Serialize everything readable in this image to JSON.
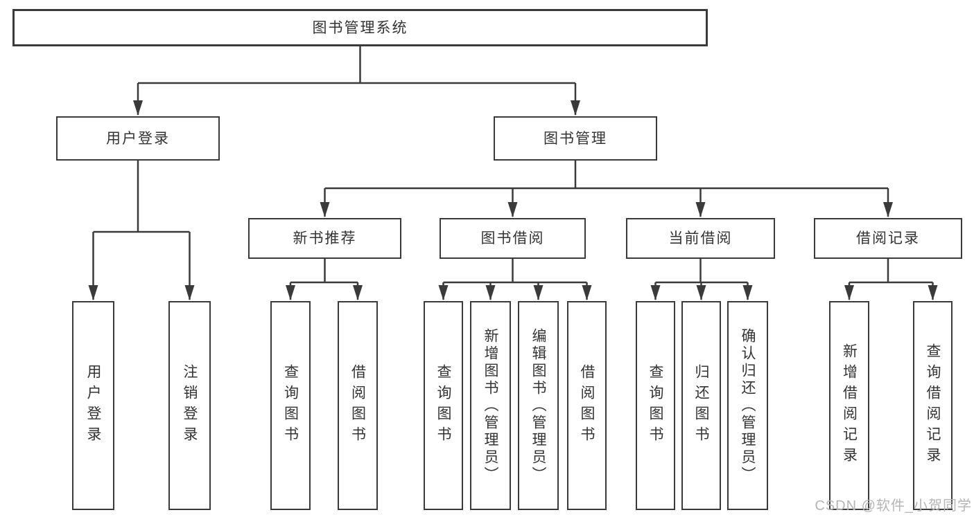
{
  "diagram_type": "hierarchy-tree",
  "colors": {
    "line": "#3a3a3a",
    "box_border": "#3a3a3a",
    "text": "#333333",
    "watermark": "#b5b5b5",
    "background": "#ffffff"
  },
  "tree": {
    "root": {
      "label": "图书管理系统"
    },
    "children": [
      {
        "label": "用户登录",
        "children": [
          {
            "label": "用户登录"
          },
          {
            "label": "注销登录"
          }
        ]
      },
      {
        "label": "图书管理",
        "children": [
          {
            "label": "新书推荐",
            "children": [
              {
                "label": "查询图书"
              },
              {
                "label": "借阅图书"
              }
            ]
          },
          {
            "label": "图书借阅",
            "children": [
              {
                "label": "查询图书"
              },
              {
                "label": "新增图书（管理员）"
              },
              {
                "label": "编辑图书（管理员）"
              },
              {
                "label": "借阅图书"
              }
            ]
          },
          {
            "label": "当前借阅",
            "children": [
              {
                "label": "查询图书"
              },
              {
                "label": "归还图书"
              },
              {
                "label": "确认归还（管理员）"
              }
            ]
          },
          {
            "label": "借阅记录",
            "children": [
              {
                "label": "新增借阅记录"
              },
              {
                "label": "查询借阅记录"
              }
            ]
          }
        ]
      }
    ]
  },
  "watermark": "CSDN @软件_小贺同学"
}
